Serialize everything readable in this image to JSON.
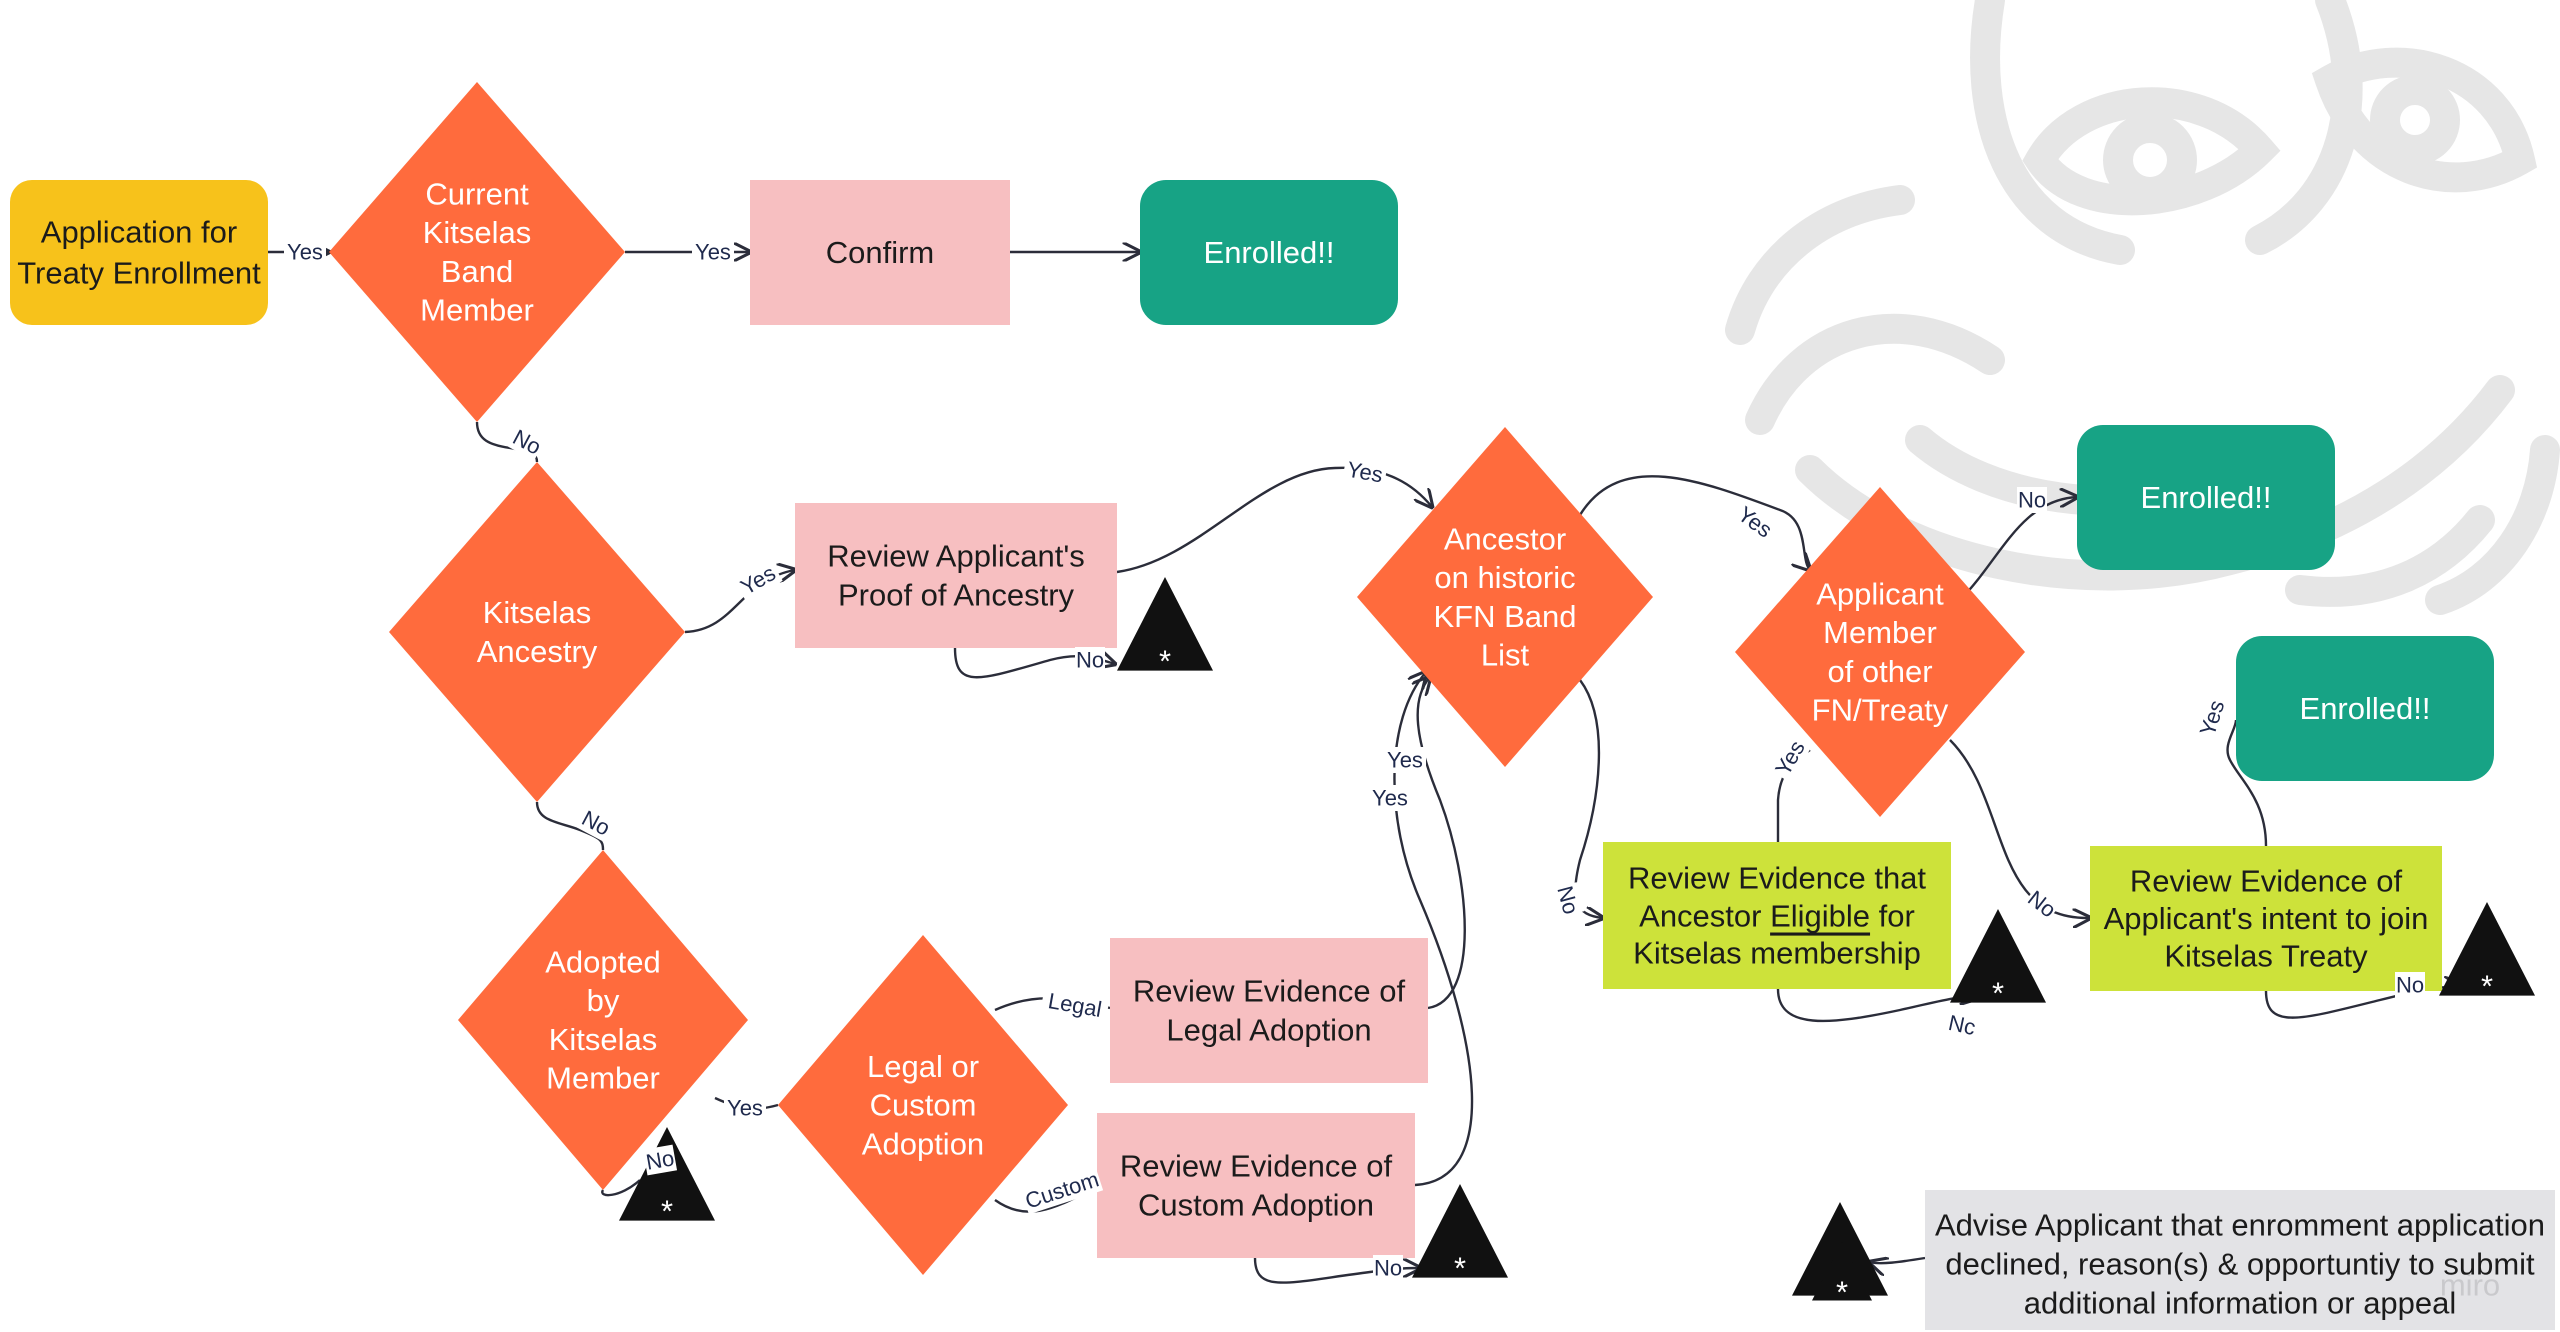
{
  "colors": {
    "start": "#f7c21b",
    "decision": "#ff6b3d",
    "review": "#f7bfc1",
    "enrolled": "#17a385",
    "evidence": "#cde23a",
    "decline": "#111111",
    "note_bg": "#e3e3e6",
    "edge": "#2b2d3a",
    "label": "#1f2a4d",
    "watermark": "#e2e2e2"
  },
  "nodes": {
    "start": "Application for|Treaty Enrollment",
    "current_member": "Current|Kitselas|Band|Member",
    "confirm": "Confirm",
    "enrolled_1": "Enrolled!!",
    "kitselas_ancestry": "Kitselas|Ancestry",
    "review_proof": "Review Applicant's|Proof of Ancestry",
    "ancestor_list": "Ancestor|on historic|KFN Band|List",
    "other_member": "Applicant|Member|of other|FN/Treaty",
    "enrolled_2": "Enrolled!!",
    "enrolled_3": "Enrolled!!",
    "adopted": "Adopted|by|Kitselas|Member",
    "legal_custom": "Legal or|Custom|Adoption",
    "review_legal": "Review Evidence of|Legal Adoption",
    "review_custom": "Review Evidence of|Custom Adoption",
    "review_eligible_line1": "Review Evidence that",
    "review_eligible_pre": "Ancestor ",
    "review_eligible_underlined": "Eligible",
    "review_eligible_post": " for",
    "review_eligible_line3": "Kitselas membership",
    "review_intent": "Review Evidence of|Applicant's intent to join|Kitselas Treaty",
    "decline_marker": "*"
  },
  "edge_labels": {
    "yes": "Yes",
    "no": "No",
    "legal": "Legal",
    "custom": "Custom",
    "nc": "Nc"
  },
  "legend": {
    "text": "Advise Applicant that enromment application|declined, reason(s) & opportuntiy to submit|additional information or appeal",
    "watermark": "miro"
  }
}
